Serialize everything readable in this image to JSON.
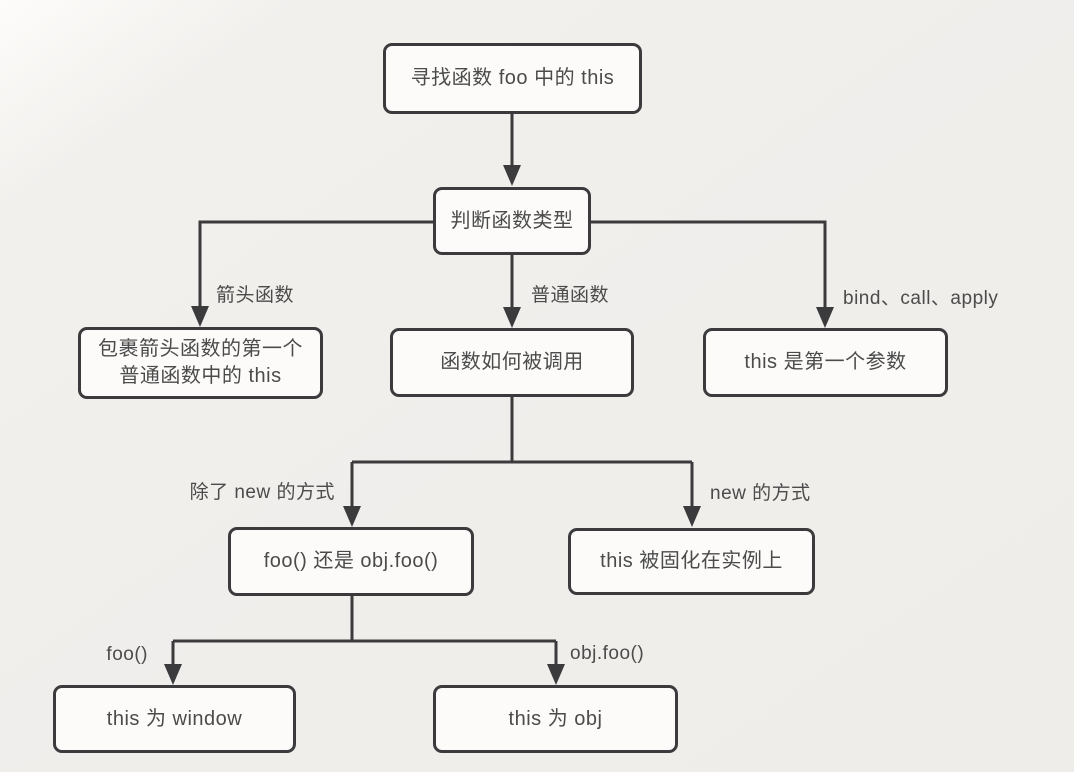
{
  "diagram": {
    "description": "Flowchart for determining the value of this in a JavaScript function foo",
    "nodes": {
      "find_this": {
        "text": "寻找函数 foo 中的 this"
      },
      "judge_type": {
        "text": "判断函数类型"
      },
      "wrap_arrow": {
        "line1": "包裹箭头函数的第一个",
        "line2": "普通函数中的 this"
      },
      "how_called": {
        "text": "函数如何被调用"
      },
      "first_param": {
        "text": "this 是第一个参数"
      },
      "foo_or_objfoo": {
        "text": "foo() 还是 obj.foo()"
      },
      "fixed_instance": {
        "text": "this 被固化在实例上"
      },
      "this_window": {
        "text": "this 为 window"
      },
      "this_obj": {
        "text": "this 为 obj"
      }
    },
    "edge_labels": {
      "arrow_fn": "箭头函数",
      "normal_fn": "普通函数",
      "bind_call_apply": "bind、call、apply",
      "not_new": "除了 new 的方式",
      "with_new": "new 的方式",
      "plain_call": "foo()",
      "method_call": "obj.foo()"
    },
    "colors": {
      "background": "#f0eeeb",
      "node_fill": "#fcfbfa",
      "stroke": "#3b3b3d",
      "text": "#4b4b4b"
    }
  }
}
